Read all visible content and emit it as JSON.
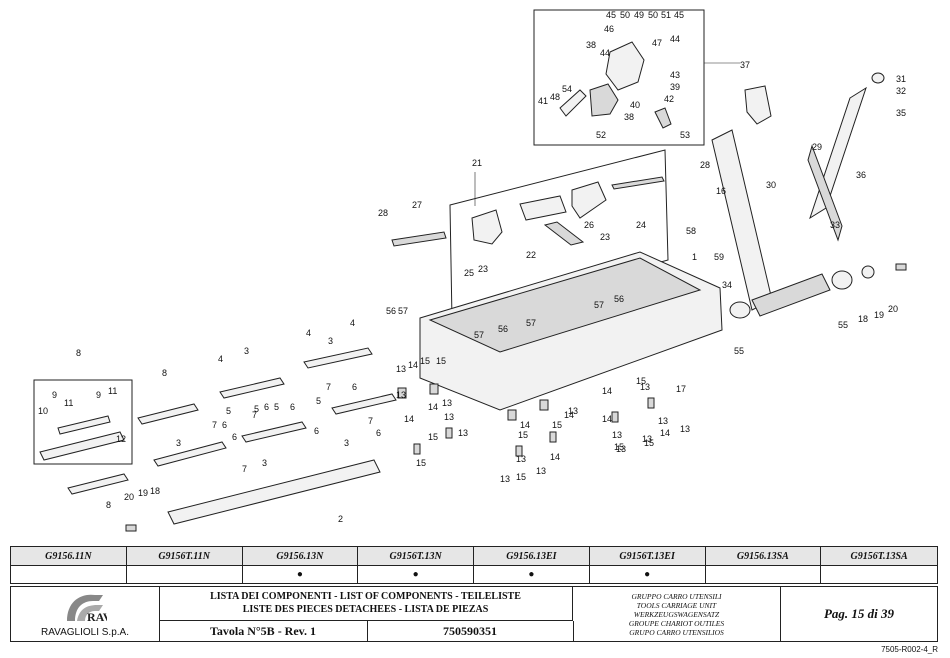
{
  "drawing": {
    "callouts": [
      "45",
      "50",
      "49",
      "50",
      "51",
      "45",
      "46",
      "47",
      "44",
      "38",
      "44",
      "43",
      "39",
      "42",
      "40",
      "37",
      "38",
      "54",
      "48",
      "41",
      "52",
      "53",
      "31",
      "32",
      "35",
      "28",
      "16",
      "29",
      "30",
      "36",
      "33",
      "21",
      "27",
      "28",
      "22",
      "26",
      "23",
      "24",
      "25",
      "23",
      "58",
      "59",
      "1",
      "34",
      "55",
      "18",
      "19",
      "20",
      "55",
      "17",
      "57",
      "56",
      "57",
      "56",
      "57",
      "57",
      "56",
      "4",
      "4",
      "4",
      "3",
      "3",
      "8",
      "8",
      "9",
      "11",
      "9",
      "11",
      "10",
      "12",
      "7",
      "5",
      "5",
      "6",
      "7",
      "6",
      "5",
      "5",
      "6",
      "7",
      "6",
      "3",
      "13",
      "14",
      "15",
      "15",
      "14",
      "13",
      "14",
      "15",
      "13",
      "14",
      "15",
      "14",
      "13",
      "15",
      "13",
      "15",
      "13",
      "14",
      "13",
      "13",
      "15",
      "13",
      "14",
      "3",
      "7",
      "6",
      "6",
      "3",
      "7",
      "6",
      "8",
      "20",
      "19",
      "18",
      "2",
      "15",
      "13",
      "13",
      "14",
      "13",
      "13",
      "15",
      "14",
      "13",
      "15",
      "13",
      "13"
    ]
  },
  "variants": {
    "codes": [
      "G9156.11N",
      "G9156T.11N",
      "G9156.13N",
      "G9156T.13N",
      "G9156.13EI",
      "G9156T.13EI",
      "G9156.13SA",
      "G9156T.13SA"
    ],
    "marks": [
      "",
      "",
      "●",
      "●",
      "●",
      "●",
      "",
      ""
    ]
  },
  "titleblock": {
    "company": "RAVAGLIOLI S.p.A.",
    "logo_text": "RAV",
    "list_title_line1": "LISTA DEI COMPONENTI - LIST OF COMPONENTS - TEILELISTE",
    "list_title_line2": "LISTE DES PIECES DETACHEES - LISTA DE PIEZAS",
    "tavola": "Tavola N°5B - Rev. 1",
    "doc_number": "750590351",
    "group_names": [
      "GRUPPO CARRO UTENSILI",
      "TOOLS CARRIAGE UNIT",
      "WERKZEUGSWAGENSATZ",
      "GROUPE CHARIOT OUTILES",
      "GRUPO CARRO UTENSILIOS"
    ],
    "page": "Pag. 15 di 39"
  },
  "doc_ref": "7505-R002-4_R"
}
